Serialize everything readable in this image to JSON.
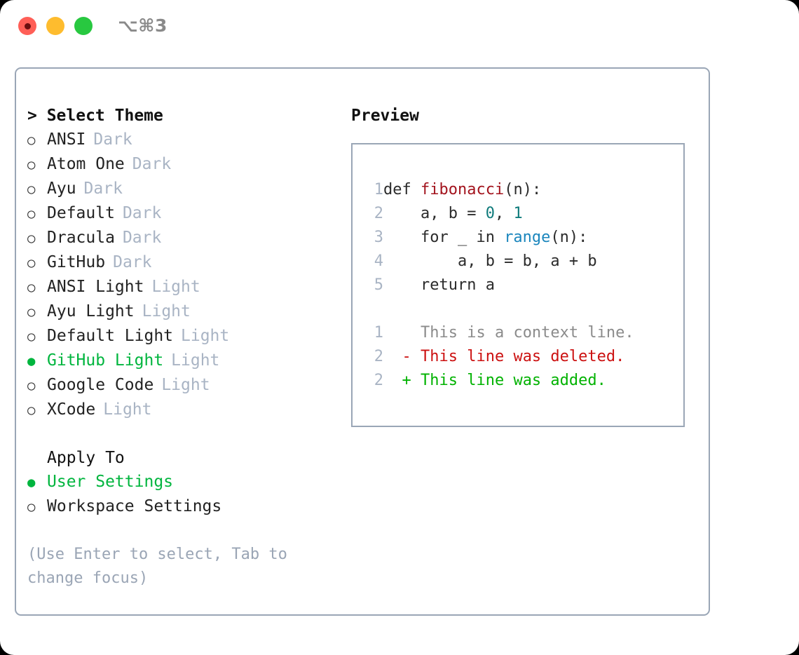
{
  "window": {
    "shortcut": "⌥⌘3",
    "traffic_lights": [
      {
        "name": "close",
        "color": "#ff5f57"
      },
      {
        "name": "minimize",
        "color": "#febc2e"
      },
      {
        "name": "maximize",
        "color": "#28c840"
      }
    ]
  },
  "theme_picker": {
    "title": "> Select Theme",
    "selected_bullet": "●",
    "unselected_bullet": "○",
    "accent_color": "#00b53e",
    "items": [
      {
        "label": "ANSI",
        "tag": "Dark",
        "selected": false
      },
      {
        "label": "Atom One",
        "tag": "Dark",
        "selected": false
      },
      {
        "label": "Ayu",
        "tag": "Dark",
        "selected": false
      },
      {
        "label": "Default",
        "tag": "Dark",
        "selected": false
      },
      {
        "label": "Dracula",
        "tag": "Dark",
        "selected": false
      },
      {
        "label": "GitHub",
        "tag": "Dark",
        "selected": false
      },
      {
        "label": "ANSI Light",
        "tag": "Light",
        "selected": false
      },
      {
        "label": "Ayu Light",
        "tag": "Light",
        "selected": false
      },
      {
        "label": "Default Light",
        "tag": "Light",
        "selected": false
      },
      {
        "label": "GitHub Light",
        "tag": "Light",
        "selected": true
      },
      {
        "label": "Google Code",
        "tag": "Light",
        "selected": false
      },
      {
        "label": "XCode",
        "tag": "Light",
        "selected": false
      }
    ]
  },
  "apply_to": {
    "title": "Apply To",
    "items": [
      {
        "label": "User Settings",
        "selected": true
      },
      {
        "label": "Workspace Settings",
        "selected": false
      }
    ]
  },
  "hint": "(Use Enter to select, Tab to change focus)",
  "preview": {
    "title": "Preview",
    "code": [
      {
        "num": "1",
        "parts": [
          {
            "text": "def ",
            "style": "plain"
          },
          {
            "text": "fibonacci",
            "style": "fn"
          },
          {
            "text": "(n):",
            "style": "plain"
          }
        ]
      },
      {
        "num": "2",
        "parts": [
          {
            "text": "    a, b = ",
            "style": "plain"
          },
          {
            "text": "0",
            "style": "num"
          },
          {
            "text": ", ",
            "style": "plain"
          },
          {
            "text": "1",
            "style": "num"
          }
        ]
      },
      {
        "num": "3",
        "parts": [
          {
            "text": "    for _ in ",
            "style": "plain"
          },
          {
            "text": "range",
            "style": "call"
          },
          {
            "text": "(n):",
            "style": "plain"
          }
        ]
      },
      {
        "num": "4",
        "parts": [
          {
            "text": "        a, b = b, a + b",
            "style": "plain"
          }
        ]
      },
      {
        "num": "5",
        "parts": [
          {
            "text": "    return a",
            "style": "plain"
          }
        ]
      }
    ],
    "diff": [
      {
        "num": "1",
        "marker": " ",
        "text": " This is a context line.",
        "kind": "context"
      },
      {
        "num": "2",
        "marker": "-",
        "text": " This line was deleted.",
        "kind": "deleted"
      },
      {
        "num": "2",
        "marker": "+",
        "text": " This line was added.",
        "kind": "added"
      }
    ]
  }
}
